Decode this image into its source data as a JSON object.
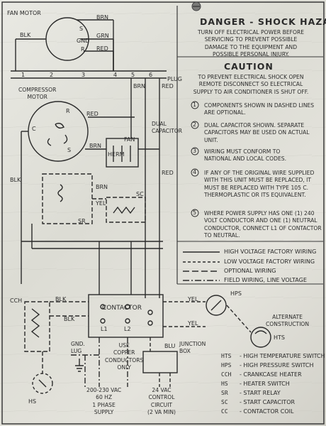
{
  "warning": {
    "title": "DANGER - SHOCK HAZARD",
    "text": "TURN OFF ELECTRICAL POWER BEFORE\nSERVICING TO PREVENT POSSIBLE\nDAMAGE TO THE EQUIPMENT AND\nPOSSIBLE PERSONAL INJURY."
  },
  "caution": {
    "title": "CAUTION",
    "text": "TO PREVENT ELECTRICAL SHOCK OPEN\nREMOTE DISCONNECT SO ELECTRICAL\nSUPPLY TO AIR CONDITIONER IS SHUT OFF."
  },
  "notes": [
    {
      "num": "1",
      "text": "COMPONENTS SHOWN IN DASHED LINES\nARE OPTIONAL."
    },
    {
      "num": "2",
      "text": "DUAL CAPACITOR SHOWN. SEPARATE\nCAPACITORS MAY BE USED ON ACTUAL\nUNIT."
    },
    {
      "num": "3",
      "text": "WIRING MUST CONFORM TO\nNATIONAL AND LOCAL CODES."
    },
    {
      "num": "4",
      "text": "IF ANY OF THE ORIGINAL WIRE SUPPLIED\nWITH THIS UNIT MUST BE REPLACED, IT\nMUST BE REPLACED WITH TYPE 105 C.\nTHERMOPLASTIC OR ITS EQUIVALENT."
    },
    {
      "num": "5",
      "text": "WHERE POWER SUPPLY HAS ONE (1) 240\nVOLT CONDUCTOR AND ONE (1) NEUTRAL\nCONDUCTOR, CONNECT L1 OF CONTACTOR\nTO NEUTRAL."
    }
  ],
  "legend": [
    {
      "style": "solid",
      "label": "HIGH VOLTAGE FACTORY WIRING"
    },
    {
      "style": "dash",
      "label": "LOW VOLTAGE FACTORY WIRING"
    },
    {
      "style": "longdash",
      "label": "OPTIONAL WIRING"
    },
    {
      "style": "dashdot",
      "label": "FIELD WIRING, LINE VOLTAGE"
    }
  ],
  "abbreviations": [
    {
      "code": "HTS",
      "desc": "- HIGH TEMPERATURE SWITCH"
    },
    {
      "code": "HPS",
      "desc": "- HIGH PRESSURE SWITCH"
    },
    {
      "code": "CCH",
      "desc": "- CRANKCASE HEATER"
    },
    {
      "code": "HS",
      "desc": "- HEATER SWITCH"
    },
    {
      "code": "SR",
      "desc": "- START RELAY"
    },
    {
      "code": "SC",
      "desc": "- START CAPACITOR"
    },
    {
      "code": "CC",
      "desc": "- CONTACTOR COIL"
    }
  ],
  "labels": {
    "fan_motor": "FAN MOTOR",
    "brn": "BRN",
    "blk": "BLK",
    "grn": "GRN",
    "red": "RED",
    "yel": "YEL",
    "blu": "BLU",
    "s": "S",
    "gnd": "GND",
    "r": "R",
    "c": "C",
    "plug": "PLUG",
    "plug_pins": [
      "1",
      "2",
      "3",
      "4",
      "5",
      "6"
    ],
    "compressor_motor": "COMPRESSOR\nMOTOR",
    "fan": "FAN",
    "herm": "HERM",
    "dual_capacitor": "DUAL\nCAPACITOR",
    "sc": "SC",
    "sr": "SR",
    "cch": "CCH",
    "hs": "HS",
    "hps": "HPS",
    "hts": "HTS",
    "contactor": "CONTACTOR",
    "l1": "L1",
    "l2": "L2",
    "gnd_lug": "GND.\nLUG",
    "copper_note": "USE\nCOPPER\nCONDUCTORS\nONLY",
    "junction_box": "JUNCTION\nBOX",
    "alternate": "ALTERNATE\nCONSTRUCTION",
    "supply_power": "200-230 VAC\n60 HZ\n1 PHASE\nSUPPLY",
    "supply_control": "24 VAC\nCONTROL\nCIRCUIT\n(2 VA MIN)"
  }
}
